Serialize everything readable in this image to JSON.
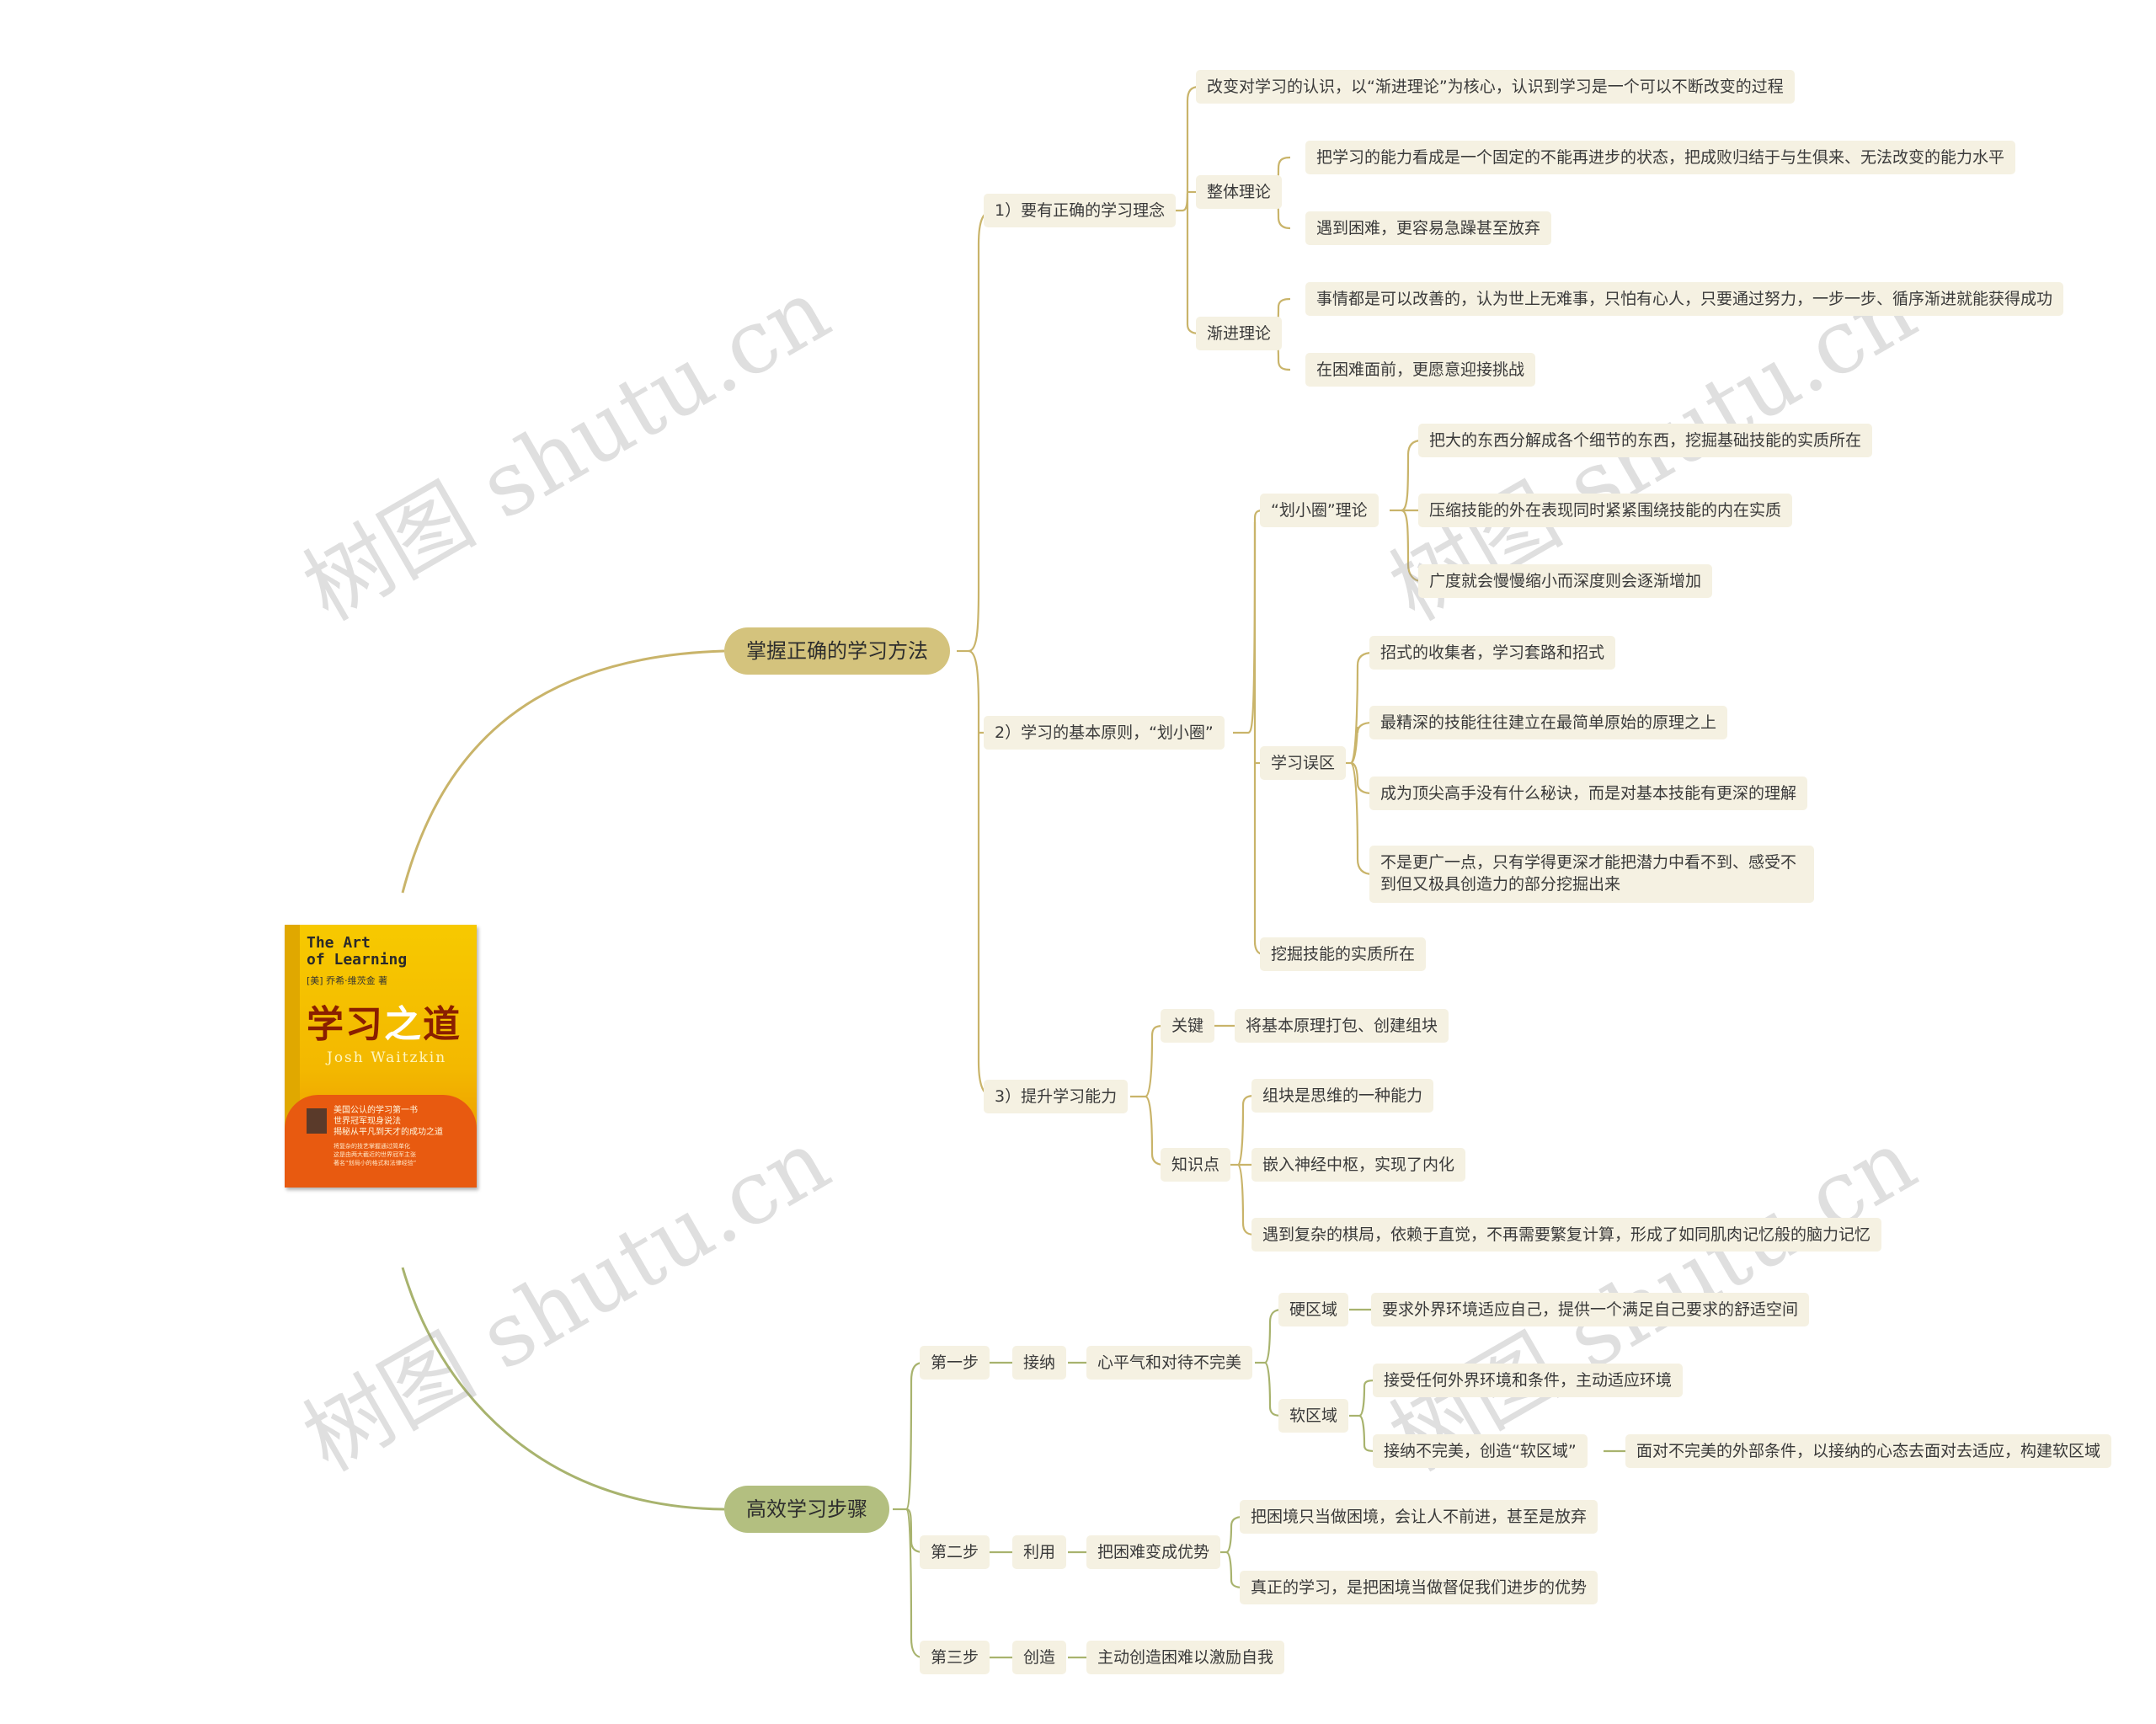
{
  "book": {
    "title_en": "The Art\nof Learning",
    "author_cn": "[美] 乔希·维茨金 著",
    "title_cn_1": "学习",
    "title_cn_zhi": "之",
    "title_cn_2": "道",
    "author_en": "Josh Waitzkin",
    "blurb": "美国公认的学习第一书\n世界冠军现身说法\n揭秘从平凡到天才的成功之道",
    "small_text": "将复杂的技艺掌握通过简单化\n这是由两大截近的世界冠军主张\n著名“划局小的格式和法律经验”"
  },
  "watermark": "树图 shutu.cn",
  "branches": [
    {
      "id": "b1",
      "label": "掌握正确的学习方法",
      "color": "#d4c37d"
    },
    {
      "id": "b2",
      "label": "高效学习步骤",
      "color": "#b3bf80"
    }
  ],
  "nodes": {
    "n1": "1）要有正确的学习理念",
    "n1a": "改变对学习的认识，以“渐进理论”为核心，认识到学习是一个可以不断改变的过程",
    "n1b": "整体理论",
    "n1b1": "把学习的能力看成是一个固定的不能再进步的状态，把成败归结于与生俱来、无法改变的能力水平",
    "n1b2": "遇到困难，更容易急躁甚至放弃",
    "n1c": "渐进理论",
    "n1c1": "事情都是可以改善的，认为世上无难事，只怕有心人，只要通过努力，一步一步、循序渐进就能获得成功",
    "n1c2": "在困难面前，更愿意迎接挑战",
    "n2": "2）学习的基本原则，“划小圈”",
    "n2a": "“划小圈”理论",
    "n2a1": "把大的东西分解成各个细节的东西，挖掘基础技能的实质所在",
    "n2a2": "压缩技能的外在表现同时紧紧围绕技能的内在实质",
    "n2a3": "广度就会慢慢缩小而深度则会逐渐增加",
    "n2b": "学习误区",
    "n2b1": "招式的收集者，学习套路和招式",
    "n2b2": "最精深的技能往往建立在最简单原始的原理之上",
    "n2b3": "成为顶尖高手没有什么秘诀，而是对基本技能有更深的理解",
    "n2b4": "不是更广一点，只有学得更深才能把潜力中看不到、感受不到但又极具创造力的部分挖掘出来",
    "n2c": "挖掘技能的实质所在",
    "n3": "3）提升学习能力",
    "n3a": "关键",
    "n3a1": "将基本原理打包、创建组块",
    "n3b": "知识点",
    "n3b1": "组块是思维的一种能力",
    "n3b2": "嵌入神经中枢，实现了内化",
    "n3b3": "遇到复杂的棋局，依赖于直觉，不再需要繁复计算，形成了如同肌肉记忆般的脑力记忆",
    "s1": "第一步",
    "s1a": "接纳",
    "s1b": "心平气和对待不完美",
    "s1c": "硬区域",
    "s1c1": "要求外界环境适应自己，提供一个满足自己要求的舒适空间",
    "s1d": "软区域",
    "s1d1": "接受任何外界环境和条件，主动适应环境",
    "s1d2": "接纳不完美，创造“软区域”",
    "s1d2a": "面对不完美的外部条件，以接纳的心态去面对去适应，构建软区域",
    "s2": "第二步",
    "s2a": "利用",
    "s2b": "把困难变成优势",
    "s2c1": "把困境只当做困境，会让人不前进，甚至是放弃",
    "s2c2": "真正的学习，是把困境当做督促我们进步的优势",
    "s3": "第三步",
    "s3a": "创造",
    "s3b": "主动创造困难以激励自我"
  },
  "colors": {
    "gold_line": "#c9b46a",
    "green_line": "#a8b36e"
  }
}
